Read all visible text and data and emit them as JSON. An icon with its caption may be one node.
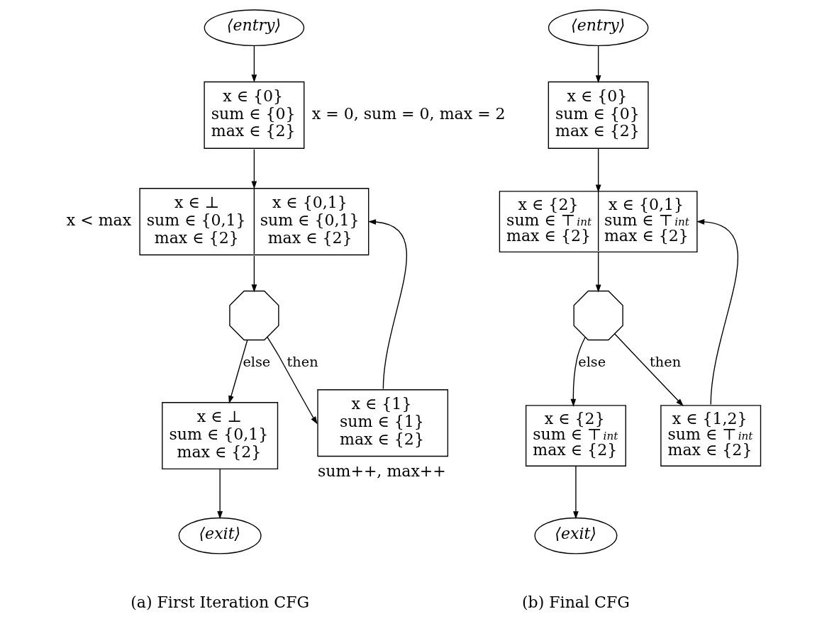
{
  "diagram": {
    "nodes": [
      {
        "text": [
          "⟨entry⟩"
        ]
      },
      {
        "text": [
          "x ∈ {0}",
          "sum ∈ {0}",
          "max ∈ {2}"
        ],
        "beside": [
          "x = 0, sum = 0, max = 2"
        ]
      },
      {
        "text": [
          "x ∈ ⊥",
          "sum ∈ {0,1}",
          "max ∈ {2}",
          "x ∈ {0,1}",
          "sum ∈ {0,1}",
          "max ∈ {2}"
        ],
        "beside": [
          "x < max"
        ]
      },
      {
        "text": [],
        "shape": "octagon"
      },
      {
        "text": [
          "x ∈ ⊥",
          "sum ∈ {0,1}",
          "max ∈ {2}"
        ]
      },
      {
        "text": [
          "x ∈ {1}",
          "sum ∈ {1}",
          "max ∈ {2}"
        ],
        "beside": [
          "sum++, max++"
        ]
      },
      {
        "text": [
          "⟨exit⟩"
        ]
      },
      {
        "text": [
          "⟨entry⟩"
        ]
      },
      {
        "text": [
          "x ∈ {0}",
          "sum ∈ {0}",
          "max ∈ {2}"
        ]
      },
      {
        "text": [
          "x ∈ {2}",
          "sum ∈ ⊤$_{int}$",
          "max ∈ {2}",
          "x ∈ {0,1}",
          "sum ∈ ⊤$_{int}$",
          "max ∈ {2}"
        ]
      },
      {
        "text": [],
        "shape": "octagon"
      },
      {
        "text": [
          "x ∈ {2}",
          "sum ∈ ⊤$_{int}$",
          "max ∈ {2}"
        ]
      },
      {
        "text": [
          "x ∈ {1,2}",
          "sum ∈ ⊤$_{int}$",
          "max ∈ {2}"
        ]
      },
      {
        "text": [
          "⟨exit⟩"
        ]
      }
    ],
    "edges": [
      {
        "from": 0,
        "to": 1,
        "arrow": "to"
      },
      {
        "from": 1,
        "to": 2,
        "arrow": "to"
      },
      {
        "from": 2,
        "to": 3,
        "arrow": "to"
      },
      {
        "from": 3,
        "to": 4,
        "arrow": "to",
        "label": "else"
      },
      {
        "from": 3,
        "to": 5,
        "arrow": "to",
        "label": "then"
      },
      {
        "from": 5,
        "to": 2,
        "arrow": "to"
      },
      {
        "from": 4,
        "to": 6,
        "arrow": "to"
      },
      {
        "from": 7,
        "to": 8,
        "arrow": "to"
      },
      {
        "from": 8,
        "to": 9,
        "arrow": "to"
      },
      {
        "from": 9,
        "to": 10,
        "arrow": "to"
      },
      {
        "from": 10,
        "to": 11,
        "arrow": "to",
        "label": "else"
      },
      {
        "from": 10,
        "to": 12,
        "arrow": "to",
        "label": "then"
      },
      {
        "from": 12,
        "to": 9,
        "arrow": "to"
      },
      {
        "from": 11,
        "to": 13,
        "arrow": "to"
      }
    ],
    "labels": [
      "(a) First Iteration CFG",
      "(b) Final CFG"
    ]
  }
}
